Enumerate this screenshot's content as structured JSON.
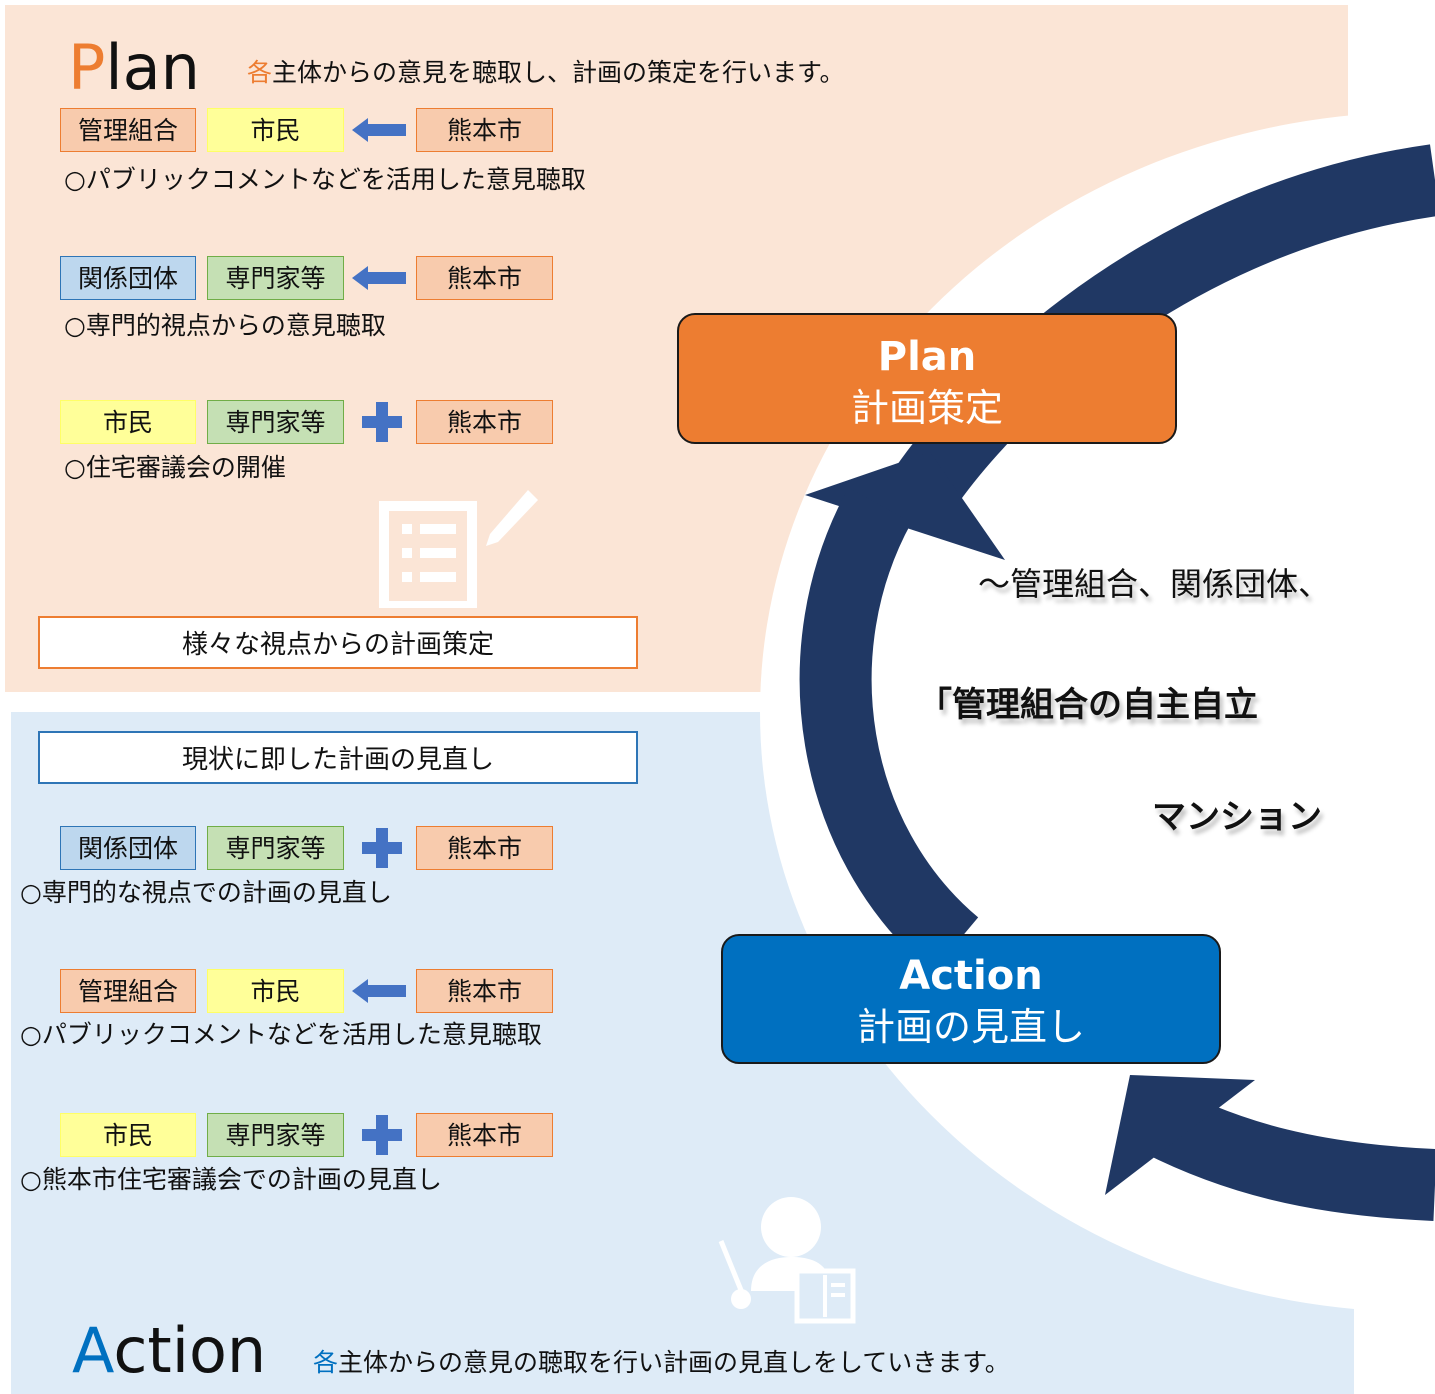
{
  "colors": {
    "plan_bg": "#fbe5d6",
    "action_bg": "#deebf7",
    "plan_accent": "#ed7d31",
    "action_accent": "#0070c0",
    "cycle_arrow": "#203864",
    "tag_kanri": "#f8cbad",
    "tag_shimin": "#ffff99",
    "tag_kankei": "#bdd7ee",
    "tag_senmon": "#c5e0b4",
    "tag_kumamoto": "#f8cbad"
  },
  "plan": {
    "title_first": "P",
    "title_rest": "lan",
    "desc_first": "各",
    "desc_rest": "主体からの意見を聴取し、計画の策定を行います。",
    "rows": [
      {
        "tag1": "管理組合",
        "tag2": "市民",
        "op": "arrow-left",
        "tag3": "熊本市",
        "note": "○パブリックコメントなどを活用した意見聴取"
      },
      {
        "tag1": "関係団体",
        "tag2": "専門家等",
        "op": "arrow-left",
        "tag3": "熊本市",
        "note": "○専門的視点からの意見聴取"
      },
      {
        "tag1": "市民",
        "tag2": "専門家等",
        "op": "plus",
        "tag3": "熊本市",
        "note": "○住宅審議会の開催"
      }
    ],
    "bottom_label": "様々な視点からの計画策定"
  },
  "action": {
    "title_first": "A",
    "title_rest": "ction",
    "desc_first": "各",
    "desc_rest": "主体からの意見の聴取を行い計画の見直しをしていきます。",
    "top_label": "現状に即した計画の見直し",
    "rows": [
      {
        "tag1": "関係団体",
        "tag2": "専門家等",
        "op": "plus",
        "tag3": "熊本市",
        "note": "○専門的な視点での計画の見直し"
      },
      {
        "tag1": "管理組合",
        "tag2": "市民",
        "op": "arrow-left",
        "tag3": "熊本市",
        "note": "○パブリックコメントなどを活用した意見聴取"
      },
      {
        "tag1": "市民",
        "tag2": "専門家等",
        "op": "plus",
        "tag3": "熊本市",
        "note": "○熊本市住宅審議会での計画の見直し"
      }
    ]
  },
  "cycle": {
    "plan_box": {
      "title": "Plan",
      "subtitle": "計画策定"
    },
    "action_box": {
      "title": "Action",
      "subtitle": "計画の見直し"
    },
    "text_line1": "～管理組合、関係団体、",
    "text_line2": "「管理組合の自主自立",
    "text_line3": "マンション"
  }
}
